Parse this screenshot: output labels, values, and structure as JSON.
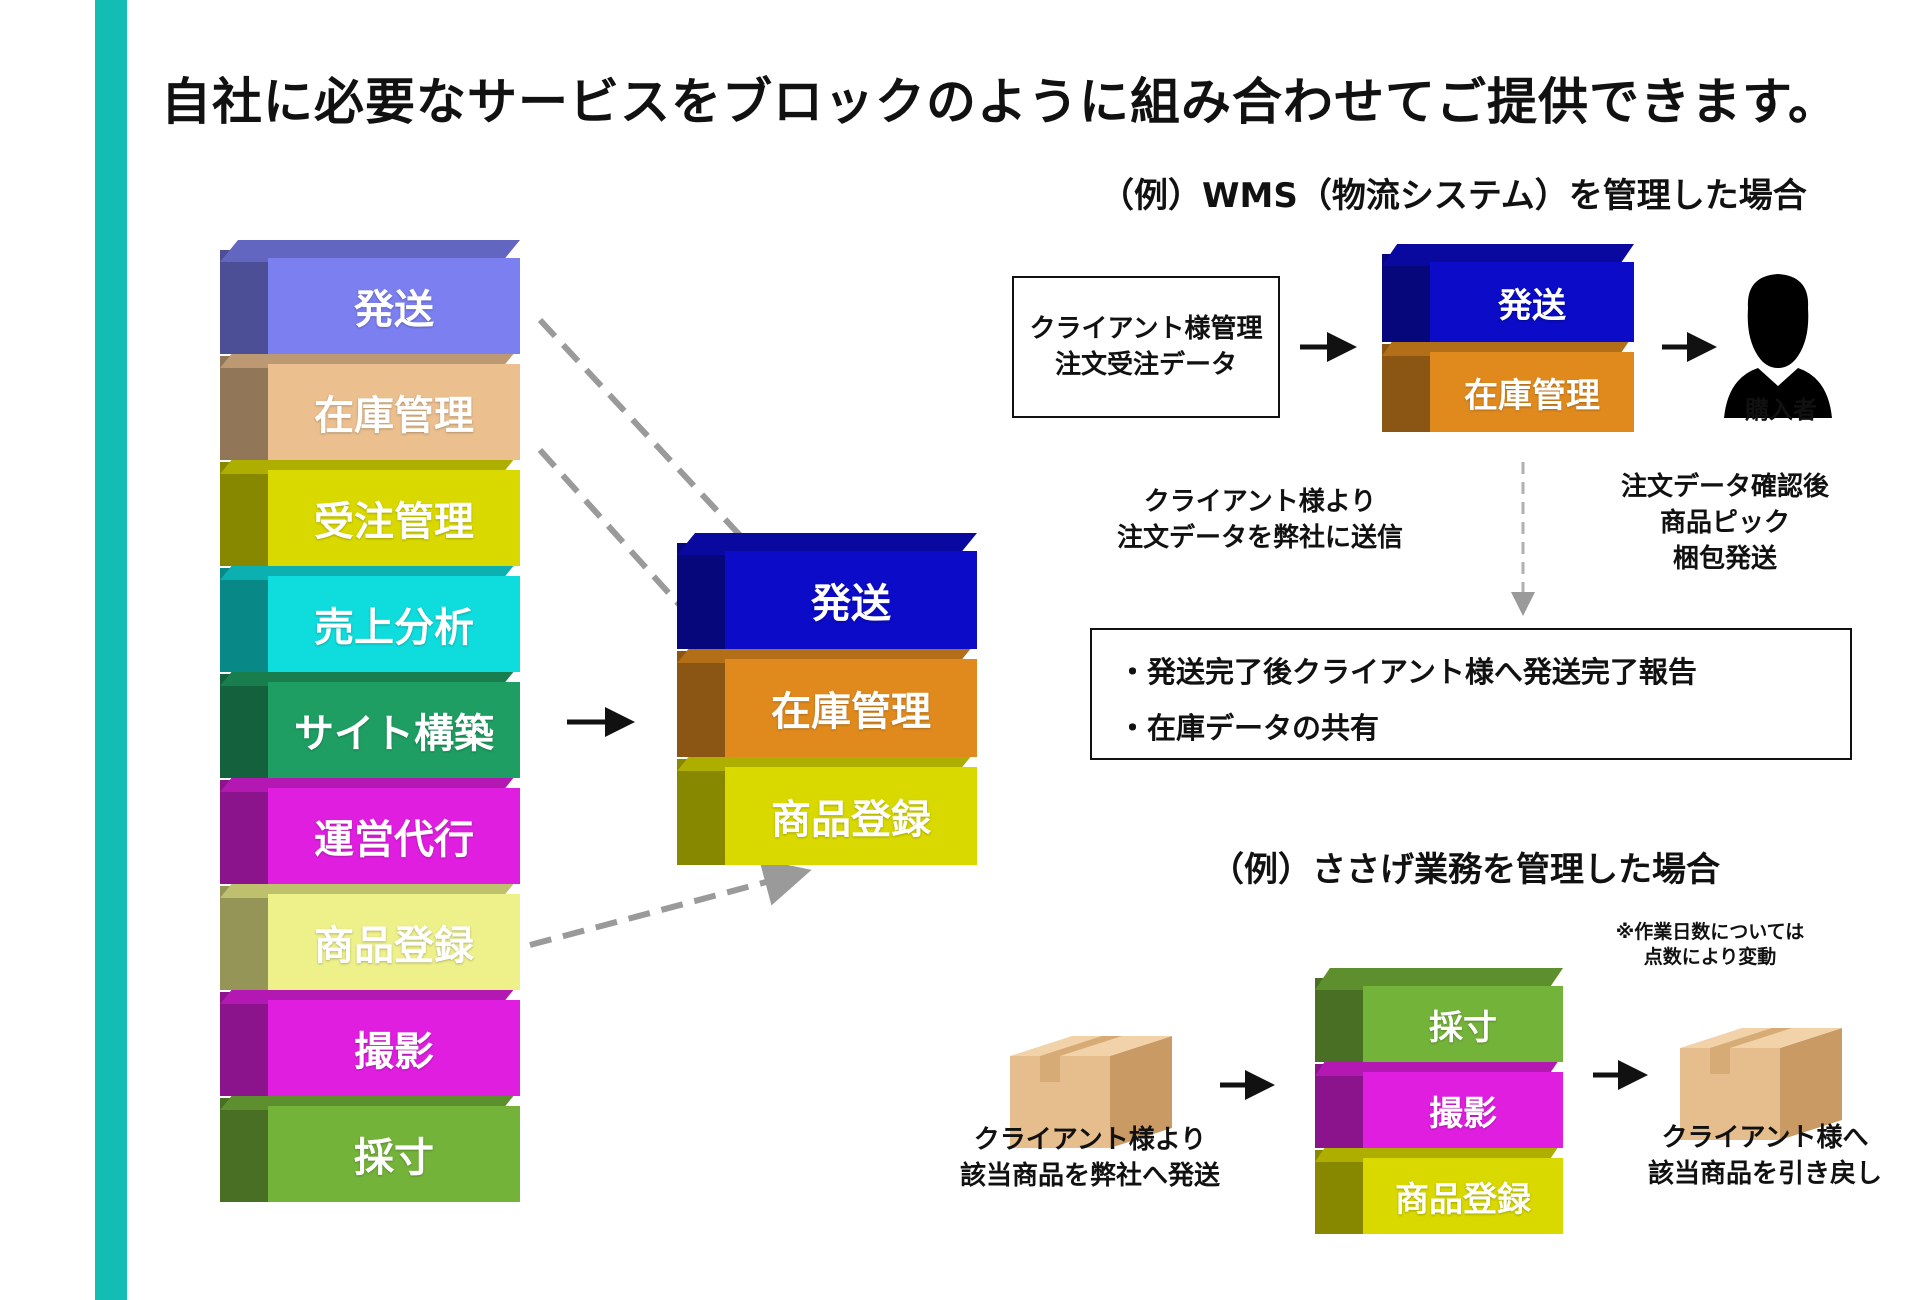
{
  "title": "自社に必要なサービスをブロックのように組み合わせてご提供できます。",
  "colors": {
    "accent": "#14bdb4"
  },
  "left_stack": [
    {
      "label": "発送",
      "color": "#7b7ff0"
    },
    {
      "label": "在庫管理",
      "color": "#ebbf8e"
    },
    {
      "label": "受注管理",
      "color": "#d9d900"
    },
    {
      "label": "売上分析",
      "color": "#0fdcdc"
    },
    {
      "label": "サイト構築",
      "color": "#1e9e62"
    },
    {
      "label": "運営代行",
      "color": "#e01ee0"
    },
    {
      "label": "商品登録",
      "color": "#eef08a"
    },
    {
      "label": "撮影",
      "color": "#e01ee0"
    },
    {
      "label": "採寸",
      "color": "#74b33a"
    }
  ],
  "combined_stack": [
    {
      "label": "発送",
      "color": "#0b0bc8"
    },
    {
      "label": "在庫管理",
      "color": "#e08a1e"
    },
    {
      "label": "商品登録",
      "color": "#d9d900"
    }
  ],
  "wms_example": {
    "title": "（例）WMS（物流システム）を管理した場合",
    "client_box": [
      "クライアント様管理",
      "注文受注データ"
    ],
    "stack": [
      {
        "label": "発送",
        "color": "#0b0bc8"
      },
      {
        "label": "在庫管理",
        "color": "#e08a1e"
      }
    ],
    "buyer_label": "購入者",
    "left_note": [
      "クライアント様より",
      "注文データを弊社に送信"
    ],
    "right_note": [
      "注文データ確認後",
      "商品ピック",
      "梱包発送"
    ],
    "report_items": [
      "・発送完了後クライアント様へ発送完了報告",
      "・在庫データの共有"
    ]
  },
  "sasage_example": {
    "title": "（例）ささげ業務を管理した場合",
    "note": [
      "※作業日数については",
      "点数により変動"
    ],
    "stack": [
      {
        "label": "採寸",
        "color": "#74b33a"
      },
      {
        "label": "撮影",
        "color": "#e01ee0"
      },
      {
        "label": "商品登録",
        "color": "#d9d900"
      }
    ],
    "left_caption": [
      "クライアント様より",
      "該当商品を弊社へ発送"
    ],
    "right_caption": [
      "クライアント様へ",
      "該当商品を引き戻し"
    ]
  }
}
